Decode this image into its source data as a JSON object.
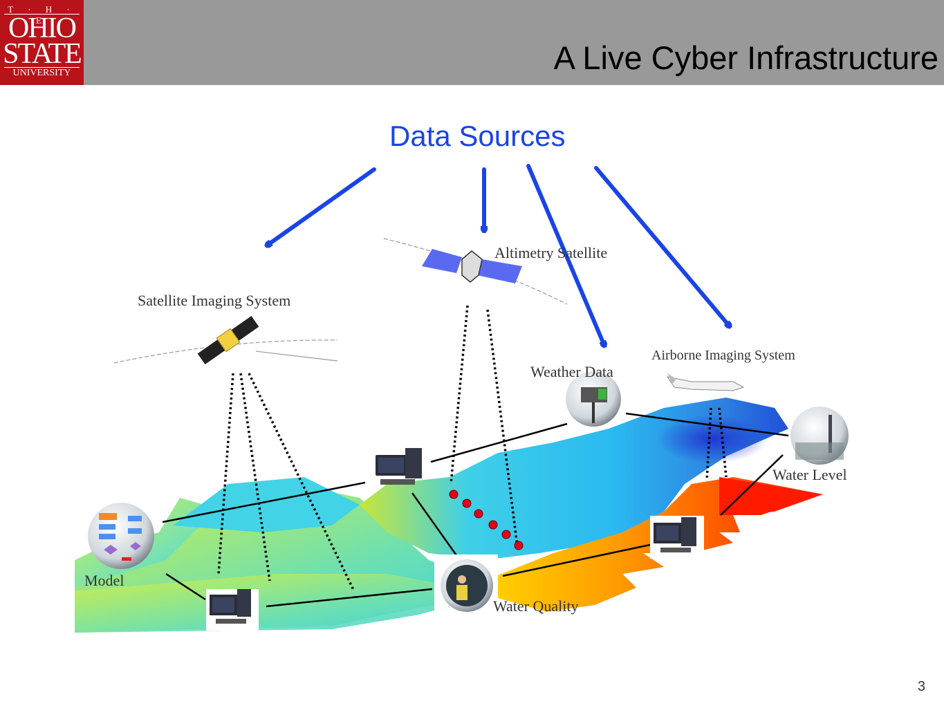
{
  "header": {
    "logo": {
      "line1": "T · H · E",
      "line2": "OHIO",
      "line3": "STATE",
      "line4": "UNIVERSITY"
    },
    "title": "A Live Cyber Infrastructure"
  },
  "subtitle": "Data Sources",
  "labels": {
    "satellite_imaging": "Satellite Imaging System",
    "altimetry_satellite": "Altimetry Satellite",
    "weather_data": "Weather Data",
    "airborne_imaging": "Airborne Imaging System",
    "water_level": "Water Level",
    "model": "Model",
    "water_quality": "Water Quality"
  },
  "page_number": "3",
  "colors": {
    "header_bg": "#999999",
    "logo_bg": "#b8121b",
    "accent_blue": "#1a44e6",
    "sensor_dot": "#e0001a"
  }
}
